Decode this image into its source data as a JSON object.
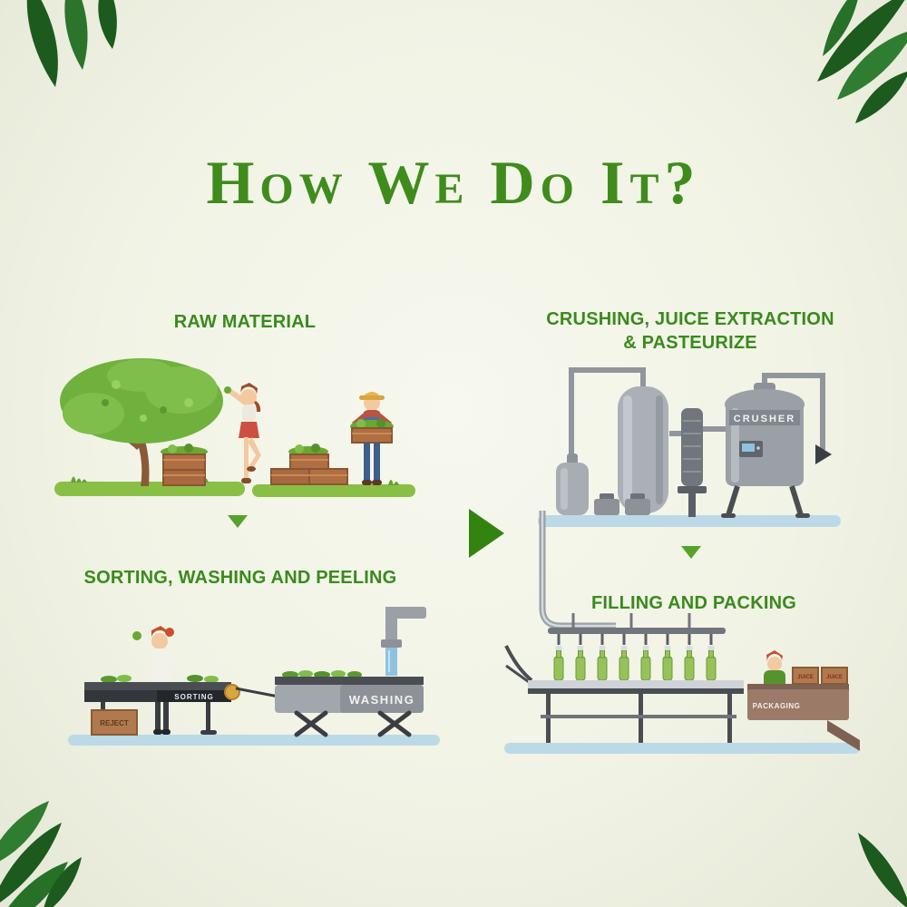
{
  "page": {
    "title": "How We Do It?",
    "background_color": "#f1f3e5",
    "accent_green": "#3f8c1c",
    "arrow_green": "#55a32a",
    "big_arrow_green": "#338310",
    "leaf_green_dark": "#1c5a1e",
    "platform_blue": "#bcd9e7"
  },
  "steps": {
    "raw_material": {
      "label": "RAW MATERIAL"
    },
    "crushing": {
      "label_line1": "CRUSHING, JUICE EXTRACTION",
      "label_line2": "& PASTEURIZE"
    },
    "sorting": {
      "label": "SORTING, WASHING AND PEELING"
    },
    "filling": {
      "label": "FILLING AND PACKING"
    }
  },
  "machine_labels": {
    "sorting_belt": "SORTING",
    "reject_box": "REJECT",
    "washing_machine": "WASHING",
    "crusher_tank": "CRUSHER",
    "packaging_machine": "PACKAGING",
    "juice_box_1": "JUICE",
    "juice_box_2": "JUICE"
  }
}
